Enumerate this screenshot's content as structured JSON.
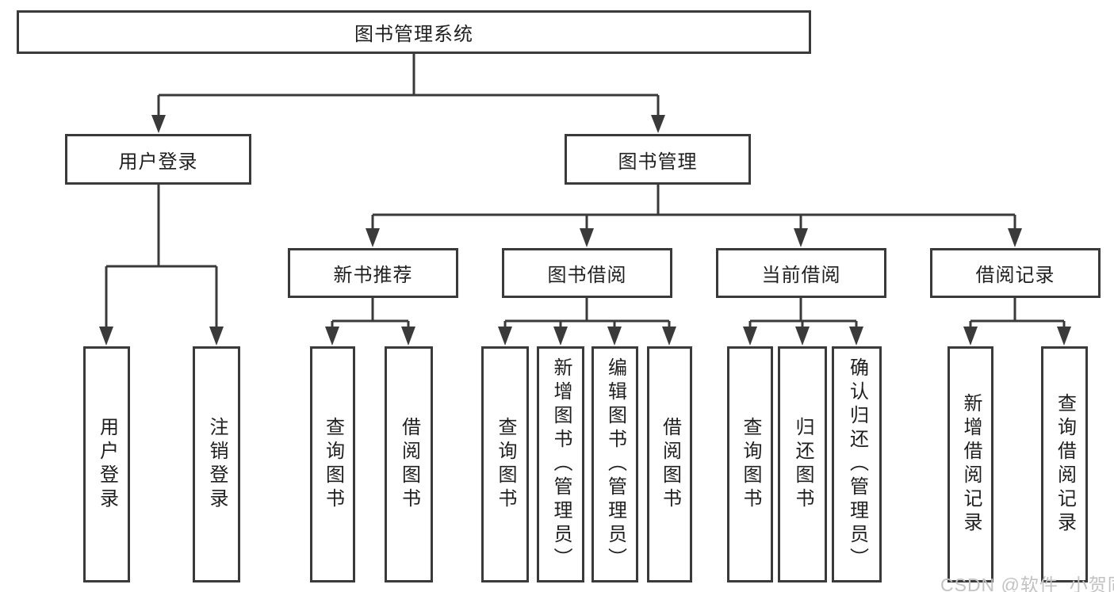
{
  "tree": {
    "root": "图书管理系统",
    "children": [
      {
        "label": "用户登录",
        "children": [
          "用户登录",
          "注销登录"
        ]
      },
      {
        "label": "图书管理",
        "children": [
          {
            "label": "新书推荐",
            "children": [
              "查询图书",
              "借阅图书"
            ]
          },
          {
            "label": "图书借阅",
            "children": [
              "查询图书",
              "新增图书（管理员）",
              "编辑图书（管理员）",
              "借阅图书"
            ]
          },
          {
            "label": "当前借阅",
            "children": [
              "查询图书",
              "归还图书",
              "确认归还（管理员）"
            ]
          },
          {
            "label": "借阅记录",
            "children": [
              "新增借阅记录",
              "查询借阅记录"
            ]
          }
        ]
      }
    ]
  },
  "watermark": "CSDN @软件_小贺同学",
  "colors": {
    "line": "#3a3a3a",
    "text": "#1f1f1f",
    "watermark": "#c2c2c2"
  }
}
